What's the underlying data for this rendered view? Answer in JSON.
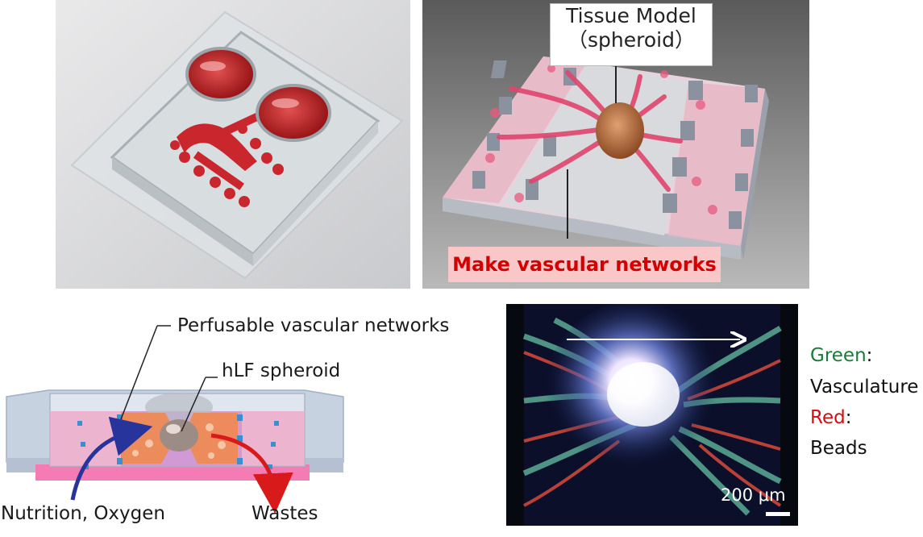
{
  "top_right": {
    "callout_line1": "Tissue Model",
    "callout_line2": "（spheroid）",
    "pink_label": "Make vascular networks"
  },
  "bottom_left": {
    "label_networks": "Perfusable vascular networks",
    "label_spheroid": "hLF spheroid",
    "label_in": "Nutrition, Oxygen",
    "label_out": "Wastes"
  },
  "bottom_right": {
    "scale_label": "200 μm",
    "legend": {
      "green_word": "Green",
      "green_colon": ":",
      "green_meaning": "Vasculature",
      "red_word": "Red",
      "red_colon": ":",
      "red_meaning": "Beads",
      "green_color": "#1a7a3a",
      "red_color": "#d01010"
    }
  }
}
